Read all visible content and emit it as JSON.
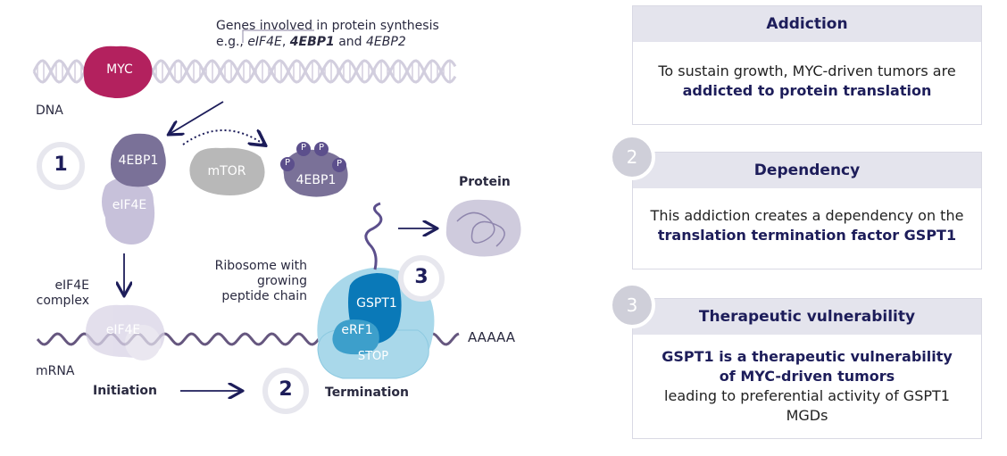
{
  "diagram": {
    "genes_line1": "Genes involved in protein synthesis",
    "genes_prefix": "e.g., ",
    "genes_a": "eIF4E",
    "genes_sep1": ", ",
    "genes_b": "4EBP1",
    "genes_sep2": " and ",
    "genes_c": "4EBP2",
    "myc": "MYC",
    "dna": "DNA",
    "step1": "1",
    "ebp1": "4EBP1",
    "eif4e": "eIF4E",
    "mtor": "mTOR",
    "ebp1_p": "4EBP1",
    "p": "P",
    "protein": "Protein",
    "ribosome_l1": "Ribosome with",
    "ribosome_l2": "growing",
    "ribosome_l3": "peptide chain",
    "step3": "3",
    "gspt1": "GSPT1",
    "erf1": "eRF1",
    "stop": "STOP",
    "aaaaa": "AAAAA",
    "complex_l1": "eIF4E",
    "complex_l2": "complex",
    "eif4e_mrna": "eIF4E",
    "mrna": "mRNA",
    "initiation": "Initiation",
    "step2": "2",
    "termination": "Termination"
  },
  "panels": [
    {
      "title": "Addiction",
      "text1": "To sustain growth, MYC-driven tumors are",
      "bold1": "addicted to protein translation"
    },
    {
      "badge": "2",
      "title": "Dependency",
      "text1": "This addiction creates a dependency on the",
      "bold1": "translation termination factor GSPT1"
    },
    {
      "badge": "3",
      "title": "Therapeutic vulnerability",
      "bold1": "GSPT1 is a therapeutic vulnerability",
      "bold2": "of MYC-driven tumors",
      "text1": "leading to preferential activity of GSPT1",
      "text2": "MGDs"
    }
  ],
  "colors": {
    "navy": "#1d1d5a",
    "myc": "#b3215e",
    "ebp1": "#7a7198",
    "eif4e": "#c7c1da",
    "mtor": "#b8b8b8",
    "phospho": "#5c4f8c",
    "ribosome": "#a9d8ea",
    "gspt1": "#0a79b8",
    "erf1": "#3d9fcb",
    "mrna": "#66577f",
    "dna": "#d2cede"
  }
}
